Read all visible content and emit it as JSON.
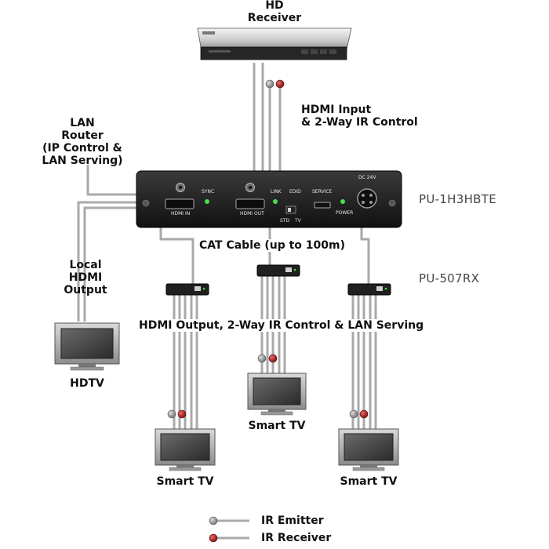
{
  "receiver": {
    "line1": "HD",
    "line2": "Receiver"
  },
  "hdmi_input": {
    "line1": "HDMI Input",
    "line2": "& 2-Way IR Control"
  },
  "lan": {
    "line1": "LAN",
    "line2": "Router",
    "line3": "(IP Control &",
    "line4": "LAN Serving)"
  },
  "transmitter": {
    "model": "PU-1H3HBTE",
    "hdmi_in": "HDMI IN",
    "sync": "SYNC",
    "hdmi_out": "HDMI OUT",
    "link": "LINK",
    "edid": "EDID",
    "std": "STD",
    "tv": "TV",
    "service": "SERVICE",
    "power": "POWER",
    "dc": "DC 24V"
  },
  "cat_cable": "CAT Cable (up to 100m)",
  "local_output": {
    "line1": "Local",
    "line2": "HDMI",
    "line3": "Output"
  },
  "receiver_model": "PU-507RX",
  "receivers_caption": "HDMI Output, 2-Way IR Control & LAN Serving",
  "hdtv": "HDTV",
  "smart_tv_center": "Smart TV",
  "smart_tv_left": "Smart TV",
  "smart_tv_right": "Smart TV",
  "legend": {
    "emitter": "IR Emitter",
    "receiver": "IR Receiver"
  },
  "colors": {
    "emitter": "#8a8a8a",
    "receiver": "#b51a1a",
    "cable": "#a9a9a9",
    "device": "#1f1f1f"
  }
}
